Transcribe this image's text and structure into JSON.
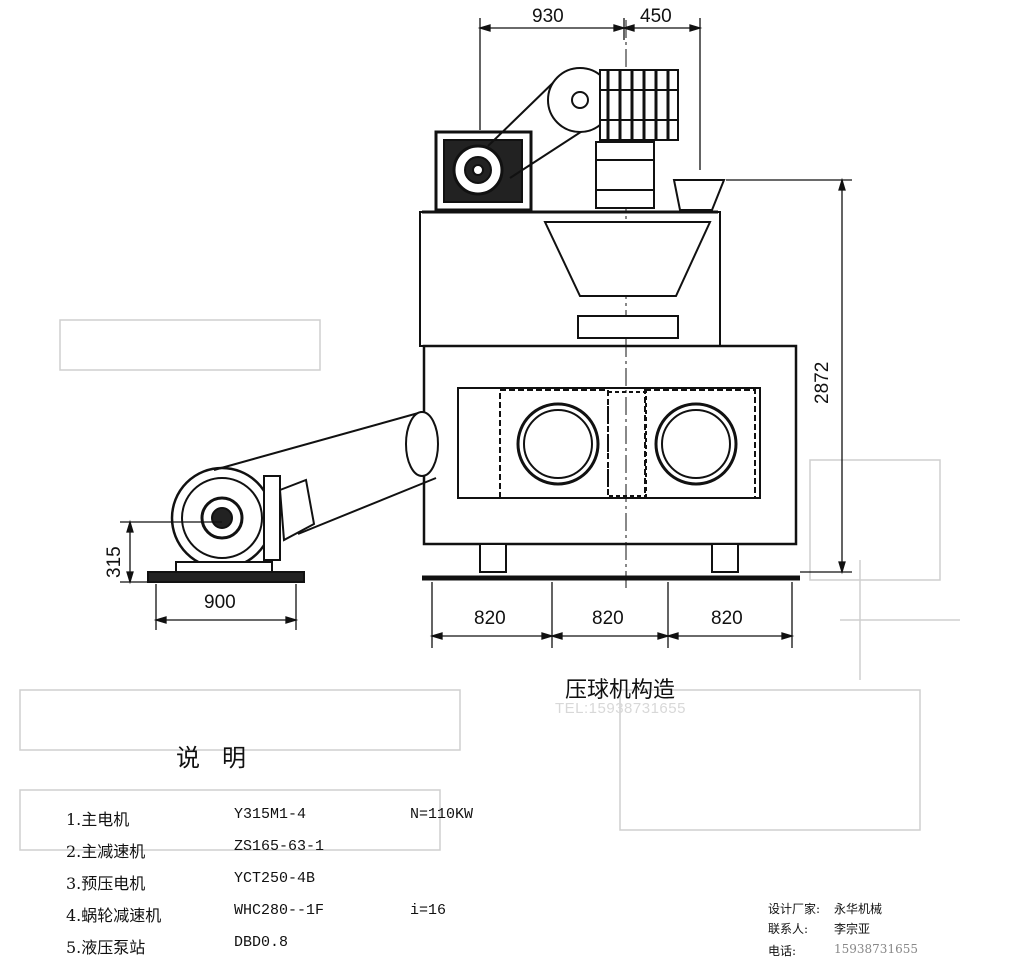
{
  "dimensions": {
    "top_left": "930",
    "top_right": "450",
    "height_total": "2872",
    "motor_height": "315",
    "motor_base": "900",
    "base_1": "820",
    "base_2": "820",
    "base_3": "820"
  },
  "title": "压球机构造",
  "watermark_phone": "TEL:15938731655",
  "legend": {
    "heading": "说明",
    "items": [
      {
        "name": "1.主电机",
        "model": "Y315M1-4",
        "param": "N=110KW"
      },
      {
        "name": "2.主减速机",
        "model": "ZS165-63-1",
        "param": ""
      },
      {
        "name": "3.预压电机",
        "model": "YCT250-4B",
        "param": ""
      },
      {
        "name": "4.蜗轮减速机",
        "model": "WHC280--1F",
        "param": "i=16"
      },
      {
        "name": "5.液压泵站",
        "model": "DBD0.8",
        "param": ""
      }
    ]
  },
  "contact": {
    "designer_label": "设计厂家:",
    "designer_value": "永华机械",
    "person_label": "联系人:",
    "person_value": "李宗亚",
    "phone_label": "电话:",
    "phone_value": "15938731655"
  }
}
